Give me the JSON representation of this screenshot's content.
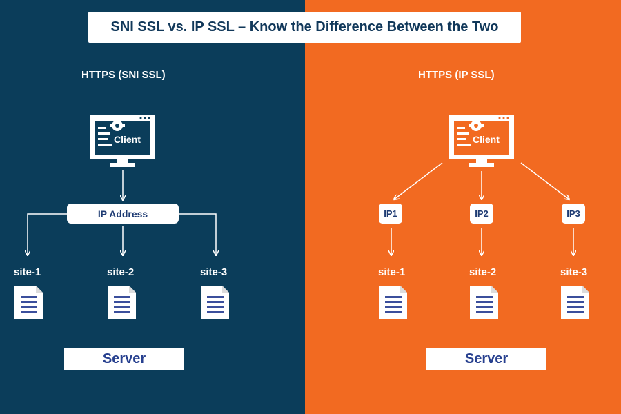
{
  "title": "SNI SSL vs. IP SSL – Know the Difference Between the Two",
  "colors": {
    "left_bg": "#0b3d5a",
    "right_bg": "#f26a21",
    "doc_icon": "#3b4f9c",
    "pill_text": "#1e3b73"
  },
  "left": {
    "heading": "HTTPS (SNI SSL)",
    "client_label": "Client",
    "ip_address_label": "IP Address",
    "sites": [
      "site-1",
      "site-2",
      "site-3"
    ],
    "server_label": "Server"
  },
  "right": {
    "heading": "HTTPS (IP SSL)",
    "client_label": "Client",
    "ips": [
      "IP1",
      "IP2",
      "IP3"
    ],
    "sites": [
      "site-1",
      "site-2",
      "site-3"
    ],
    "server_label": "Server"
  },
  "icons": [
    "monitor-icon",
    "gear-icon",
    "document-icon",
    "arrow-icon"
  ]
}
